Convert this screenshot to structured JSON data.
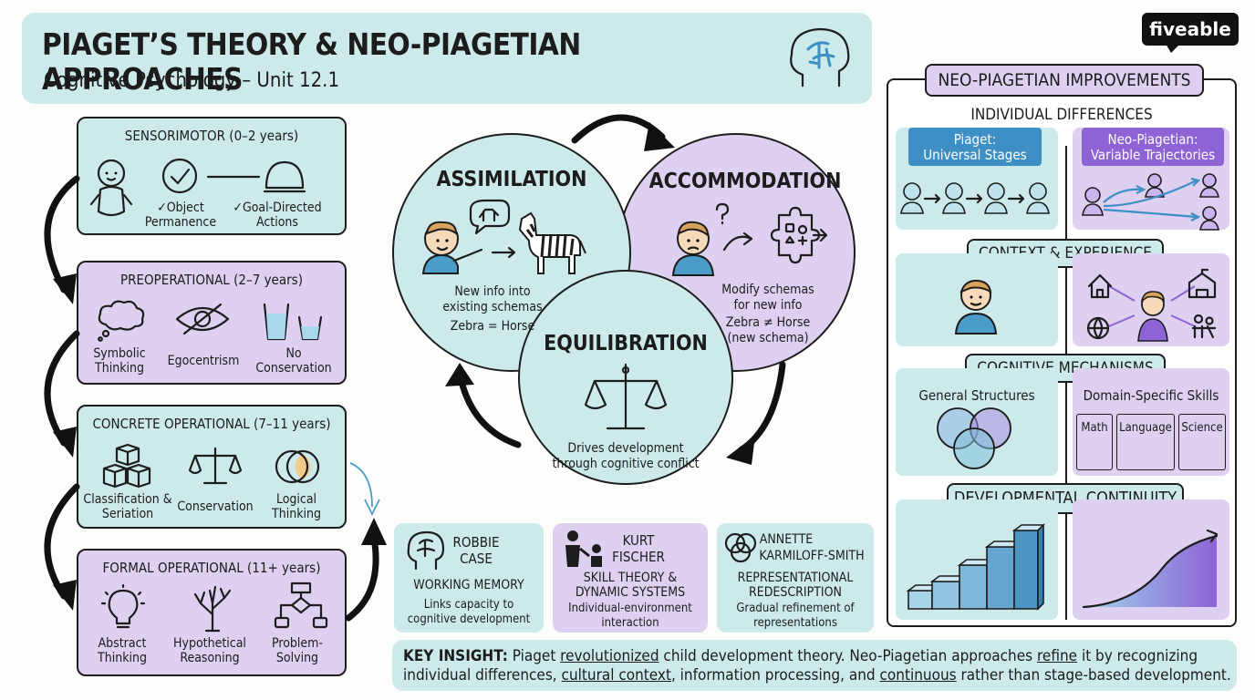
{
  "header": {
    "title": "PIAGET’S THEORY & NEO-PIAGETIAN APPROACHES",
    "subtitle": "Cognitive Psychology – Unit 12.1",
    "logo": "fiveable"
  },
  "stages": [
    {
      "title": "SENSORIMOTOR (0–2 years)",
      "items": [
        "✓Object Permanence",
        "✓Goal-Directed Actions"
      ]
    },
    {
      "title": "PREOPERATIONAL (2–7 years)",
      "items": [
        "Symbolic Thinking",
        "Egocentrism",
        "No Conservation"
      ]
    },
    {
      "title": "CONCRETE OPERATIONAL (7–11 years)",
      "items": [
        "Classification & Seriation",
        "Conservation",
        "Logical Thinking"
      ]
    },
    {
      "title": "FORMAL OPERATIONAL (11+ years)",
      "items": [
        "Abstract Thinking",
        "Hypothetical Reasoning",
        "Problem-Solving"
      ]
    }
  ],
  "cycle": {
    "assimilation": {
      "title": "ASSIMILATION",
      "line1": "New info into",
      "line2": "existing schemas",
      "line3": "Zebra = Horse"
    },
    "accommodation": {
      "title": "ACCOMMODATION",
      "line1": "Modify schemas",
      "line2": "for new info",
      "line3": "Zebra ≠ Horse",
      "line4": "(new schema)"
    },
    "equilibration": {
      "title": "EQUILIBRATION",
      "line1": "Drives development",
      "line2": "through cognitive conflict"
    }
  },
  "theorists": [
    {
      "name1": "ROBBIE",
      "name2": "CASE",
      "concept": "WORKING MEMORY",
      "desc1": "Links capacity to",
      "desc2": "cognitive development"
    },
    {
      "name1": "KURT",
      "name2": "FISCHER",
      "concept1": "SKILL THEORY &",
      "concept2": "DYNAMIC SYSTEMS",
      "desc1": "Individual-environment",
      "desc2": "interaction"
    },
    {
      "name1": "ANNETTE",
      "name2": "KARMILOFF-SMITH",
      "concept1": "REPRESENTATIONAL",
      "concept2": "REDESCRIPTION",
      "desc1": "Gradual refinement of",
      "desc2": "representations"
    }
  ],
  "key_insight": {
    "label": "KEY INSIGHT:",
    "p1": "Piaget",
    "u1": "revolutionized",
    "p2": "child development theory. Neo-Piagetian approaches",
    "u2": "refine",
    "p3": "it by recognizing",
    "p4": "individual differences,",
    "u3": "cultural context",
    "p5": ", information processing, and",
    "u4": "continuous",
    "p6": "rather than stage-based development."
  },
  "neo": {
    "title": "NEO-PIAGETIAN IMPROVEMENTS",
    "individual": {
      "heading": "INDIVIDUAL DIFFERENCES",
      "left1": "Piaget:",
      "left2": "Universal Stages",
      "right1": "Neo-Piagetian:",
      "right2": "Variable Trajectories"
    },
    "context": {
      "heading": "CONTEXT & EXPERIENCE"
    },
    "mechanisms": {
      "heading": "COGNITIVE MECHANISMS",
      "left": "General Structures",
      "right": "Domain-Specific Skills",
      "skills": [
        "Math",
        "Language",
        "Science"
      ]
    },
    "continuity": {
      "heading": "DEVELOPMENTAL CONTINUITY"
    }
  },
  "colors": {
    "teal": "#cdeaea",
    "lavender": "#ddd0f0",
    "accent_blue": "#3d8fc4",
    "accent_purple": "#8e63d6"
  }
}
